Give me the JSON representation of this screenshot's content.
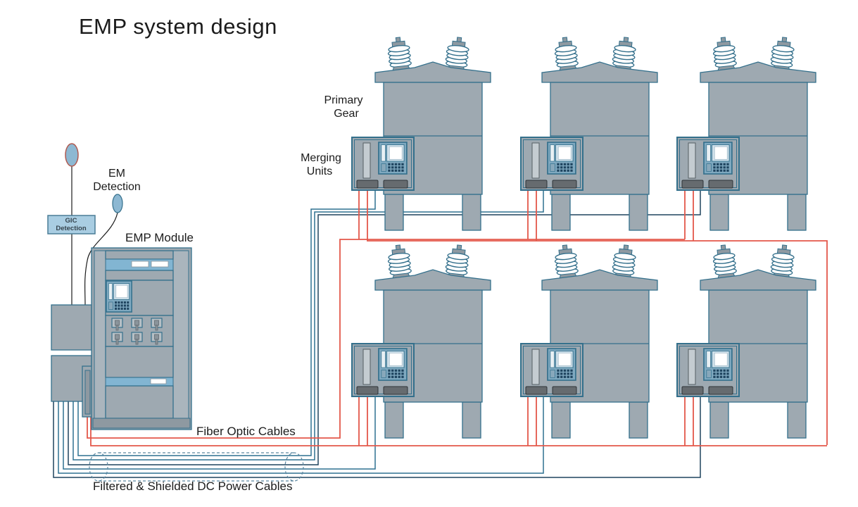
{
  "title": "EMP system design",
  "labels": {
    "primary_gear": {
      "line1": "Primary",
      "line2": "Gear"
    },
    "merging_units": {
      "line1": "Merging",
      "line2": "Units"
    },
    "em_detection": {
      "line1": "EM",
      "line2": "Detection"
    },
    "gic_detection": {
      "line1": "GIC",
      "line2": "Detection"
    },
    "emp_module": "EMP Module",
    "fiber_optic_cables": "Fiber Optic Cables",
    "dc_power_cables": "Filtered & Shielded DC Power Cables"
  },
  "components": {
    "primary_gear_count": 6,
    "merging_unit_count": 6,
    "rows": 2,
    "columns": 3,
    "sensors": [
      "GIC antenna",
      "EM sensor"
    ],
    "emp_module_rack": 1
  },
  "colors": {
    "background": "#ffffff",
    "outline": "#34708c",
    "body_gray": "#9ea9b1",
    "body_gray_light": "#aab5bd",
    "body_gray_dark": "#8e99a1",
    "panel_blue": "#82b5d2",
    "box_blue": "#a9cde2",
    "sensor_blue": "#8db8d2",
    "sensor_outline_red": "#b05a50",
    "fiber_red": "#e4574a",
    "dc_teal": "#2e7191",
    "dc_navy": "#1e445f",
    "wire_black": "#1b1b1b",
    "button_dark": "#666b6f",
    "text": "#1b1b1b"
  }
}
